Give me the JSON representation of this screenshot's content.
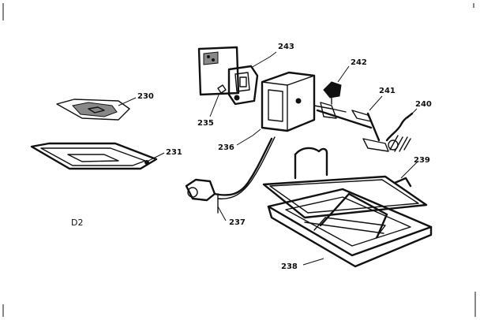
{
  "diagram_code": "D2",
  "parts": [
    {
      "id": "p230",
      "number": "230"
    },
    {
      "id": "p231",
      "number": "231"
    },
    {
      "id": "p235",
      "number": "235"
    },
    {
      "id": "p236",
      "number": "236"
    },
    {
      "id": "p237",
      "number": "237"
    },
    {
      "id": "p238",
      "number": "238"
    },
    {
      "id": "p239",
      "number": "239"
    },
    {
      "id": "p240",
      "number": "240"
    },
    {
      "id": "p241",
      "number": "241"
    },
    {
      "id": "p242",
      "number": "242"
    },
    {
      "id": "p243",
      "number": "243"
    }
  ]
}
